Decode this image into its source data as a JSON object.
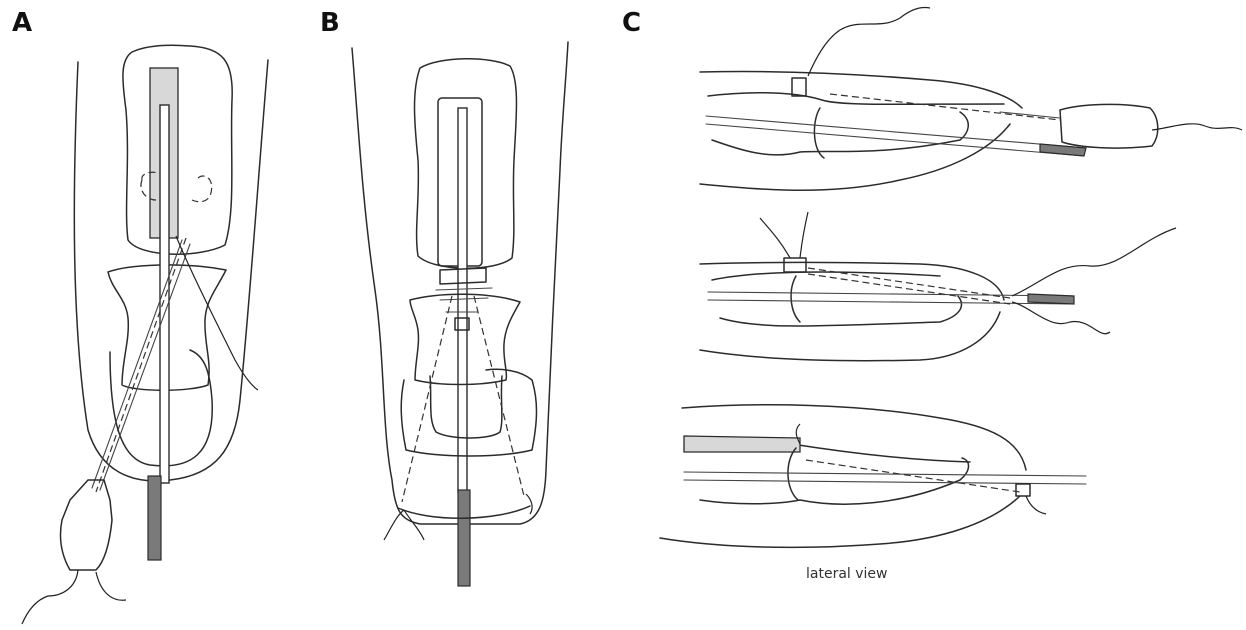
{
  "panels": {
    "a": {
      "label": "A"
    },
    "b": {
      "label": "B"
    },
    "c": {
      "label": "C",
      "caption": "lateral view"
    }
  }
}
